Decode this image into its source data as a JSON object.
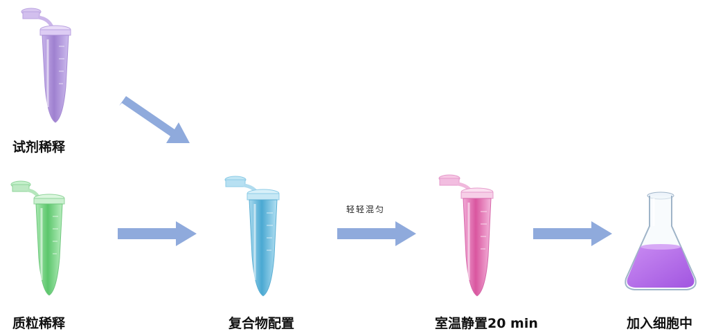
{
  "labels": {
    "reagent_dilution": "试剂稀释",
    "plasmid_dilution": "质粒稀释",
    "complex_prep": "复合物配置",
    "incubate": "室温静置20 min",
    "add_to_cells": "加入细胞中"
  },
  "notes": {
    "gentle_mix": "轻轻混匀"
  },
  "colors": {
    "arrow": "#8faadc",
    "tube_purple": "#b39ad8",
    "tube_green": "#7fd28a",
    "tube_blue": "#5fb5d8",
    "tube_pink": "#e06cb4",
    "flask_liquid": "#b36ee8"
  },
  "icons": {
    "tube_1": "microcentrifuge-tube-icon",
    "tube_2": "microcentrifuge-tube-icon",
    "tube_3": "microcentrifuge-tube-icon",
    "tube_4": "microcentrifuge-tube-icon",
    "flask": "erlenmeyer-flask-icon"
  }
}
